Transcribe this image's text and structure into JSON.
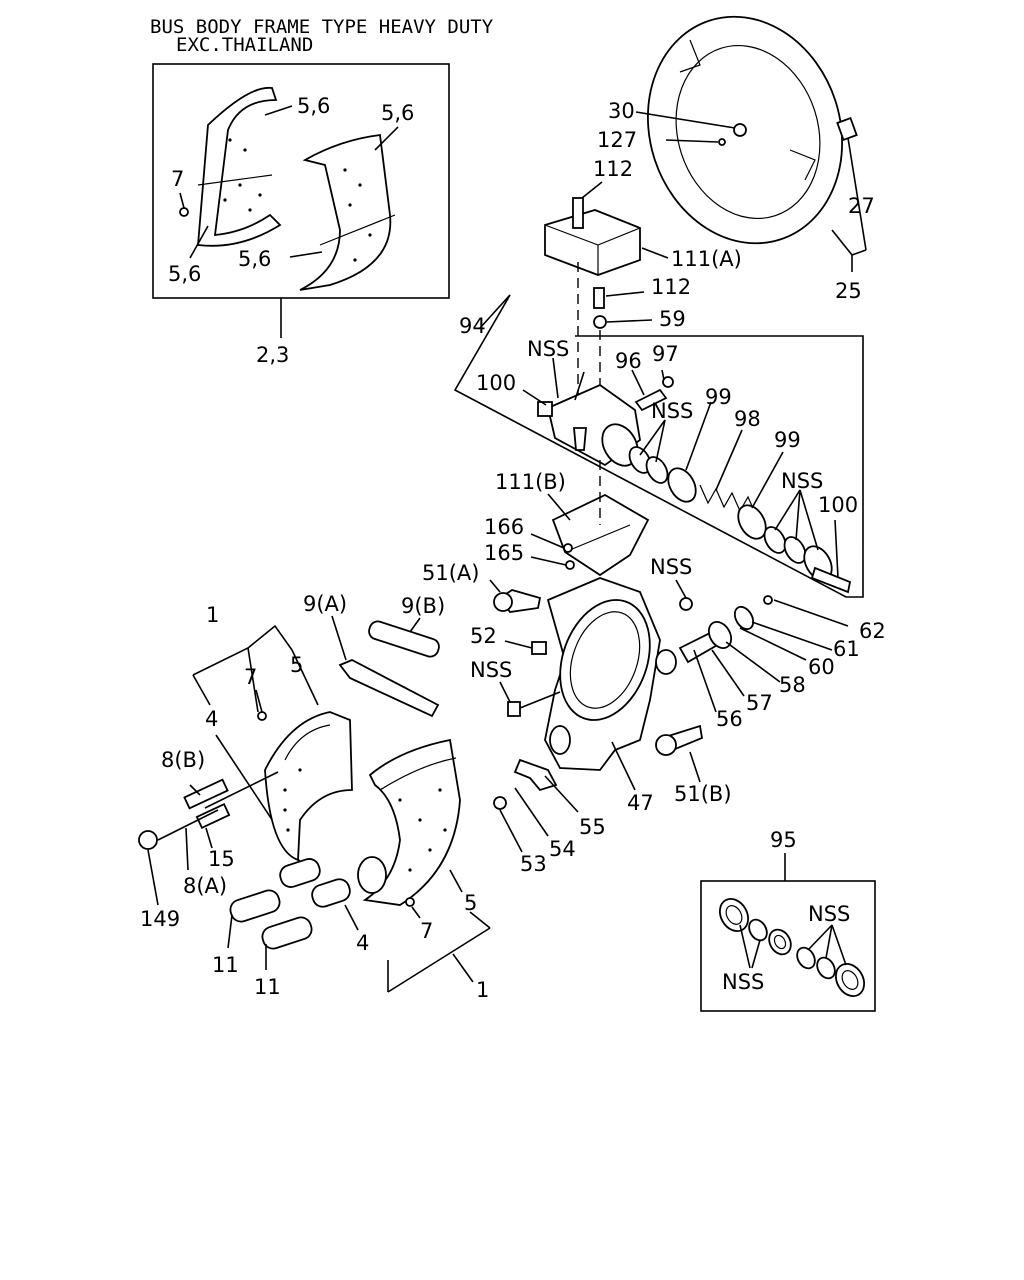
{
  "header": {
    "line1": "BUS BODY FRAME TYPE HEAVY DUTY",
    "line2": "EXC.THAILAND"
  },
  "labels": {
    "l_30": "30",
    "l_127": "127",
    "l_112a": "112",
    "l_111a": "111(A)",
    "l_27": "27",
    "l_25": "25",
    "l_112b": "112",
    "l_59": "59",
    "l_94": "94",
    "l_nss1": "NSS",
    "l_96": "96",
    "l_97": "97",
    "l_100a": "100",
    "l_nss2": "NSS",
    "l_99a": "99",
    "l_98": "98",
    "l_99b": "99",
    "l_nss3": "NSS",
    "l_100b": "100",
    "l_111b": "111(B)",
    "l_166": "166",
    "l_165": "165",
    "l_51a": "51(A)",
    "l_nss4": "NSS",
    "l_62": "62",
    "l_61": "61",
    "l_60": "60",
    "l_58": "58",
    "l_57": "57",
    "l_56": "56",
    "l_52": "52",
    "l_nss5": "NSS",
    "l_51b": "51(B)",
    "l_47": "47",
    "l_55": "55",
    "l_54": "54",
    "l_53": "53",
    "l_56b_top": "5,6",
    "l_56_right": "5,6",
    "l_7a": "7",
    "l_56_mid": "5,6",
    "l_56_left": "5,6",
    "l_23": "2,3",
    "l_1a": "1",
    "l_9a": "9(A)",
    "l_9b": "9(B)",
    "l_7b": "7",
    "l_5a": "5",
    "l_4a": "4",
    "l_8b": "8(B)",
    "l_15": "15",
    "l_8a": "8(A)",
    "l_149": "149",
    "l_11a": "11",
    "l_11b": "11",
    "l_4b": "4",
    "l_7c": "7",
    "l_5b": "5",
    "l_1b": "1",
    "l_95": "95",
    "l_nss6": "NSS",
    "l_nss7": "NSS"
  }
}
